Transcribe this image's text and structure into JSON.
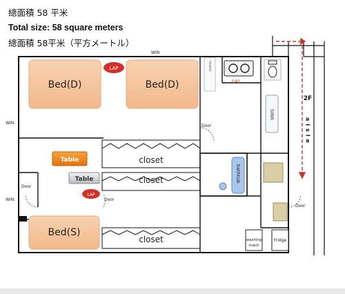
{
  "header": {
    "line1": "總面積 58 平米",
    "line2": "Total size: 58 square meters",
    "line3": "總面積 58平米（平方メートル）"
  },
  "rooms": {
    "bed_d_left": "Bed(D)",
    "bed_d_right": "Bed(D)",
    "bed_s": "Bed(S)",
    "closet_top": "closet",
    "closet_mid": "closet",
    "closet_bottom": "closet",
    "table_orange": "Table",
    "table_grey": "Table",
    "lap_top": "LAP",
    "lap_mid": "LAP",
    "heater": "heater",
    "gas": "GAS",
    "sink": "SINK",
    "bathtub": "bathtub",
    "washing": "washing",
    "washing2": "mach",
    "fridge": "Fridge",
    "aisle_2f": "2F",
    "aisle": "aisle"
  },
  "labels": {
    "win_top": "WIN",
    "win_left": "WIN",
    "win_left2": "WIN",
    "door_left": "Door",
    "door_mid": "Door",
    "door_center": "Door",
    "door_right": "Door"
  },
  "colors": {
    "bed": "#f6c9a2",
    "bed_border": "#e6a877",
    "table_orange": "#f08a1c",
    "lap": "#d4302a",
    "bathtub": "#a9c7ee",
    "floor_tan": "#d9cfa6",
    "red_line": "#c0392b"
  }
}
